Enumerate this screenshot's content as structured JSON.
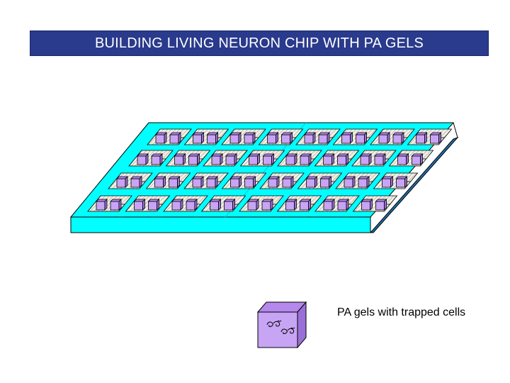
{
  "slide": {
    "title": "BUILDING LIVING NEURON CHIP WITH PA GELS",
    "caption": "PA gels with trapped cells"
  },
  "chip": {
    "rows": 4,
    "pads_per_row": 8,
    "gels_per_pad": 2
  },
  "colors": {
    "title_bg": "#2a3a8c",
    "title_text": "#ffffff",
    "chip_fill": "#00ffff",
    "chip_side": "#2bd7e8",
    "pad_fill": "#eef0e8",
    "hatch": "#b8a890",
    "gel_fill": "#c8a4f4",
    "gel_top": "#b488ec",
    "gel_side": "#9a70d8",
    "outline": "#000000"
  },
  "icons": [
    "trapped-cell-icon"
  ]
}
